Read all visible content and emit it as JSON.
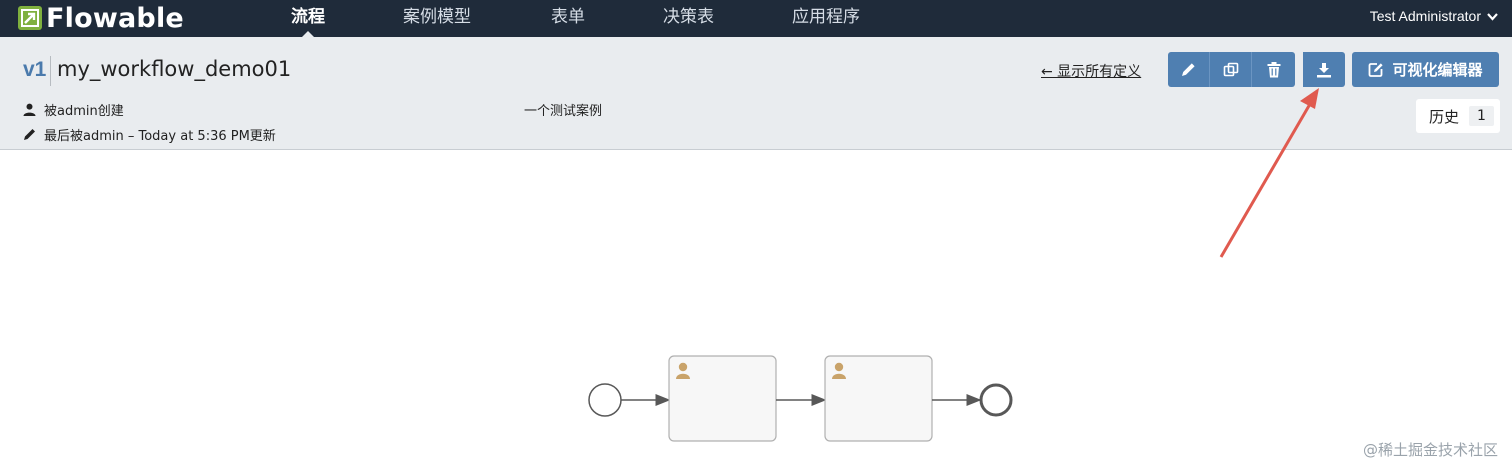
{
  "navbar": {
    "brand": "Flowable",
    "items": [
      {
        "label": "流程",
        "active": true
      },
      {
        "label": "案例模型",
        "active": false
      },
      {
        "label": "表单",
        "active": false
      },
      {
        "label": "决策表",
        "active": false
      },
      {
        "label": "应用程序",
        "active": false
      }
    ],
    "user": "Test Administrator"
  },
  "header": {
    "version": "v1",
    "model_name": "my_workflow_demo01",
    "created_by": "被admin创建",
    "updated_by": "最后被admin – Today at 5:36 PM更新",
    "description": "一个测试案例",
    "back_link": "← 显示所有定义",
    "visual_editor_label": "可视化编辑器",
    "history_label": "历史",
    "history_count": "1"
  },
  "toolbar": {
    "edit_icon": "pencil-icon",
    "copy_icon": "copy-icon",
    "delete_icon": "trash-icon",
    "download_icon": "download-icon"
  },
  "colors": {
    "navbar": "#1f2b3a",
    "header": "#e9ecef",
    "button": "#4f7fb1",
    "brand_green": "#7fb03e",
    "annotation_arrow": "#e05a4f",
    "task_fill": "#f7f7f7",
    "user_icon": "#c9a36a"
  },
  "watermark": "@稀土掘金技术社区"
}
